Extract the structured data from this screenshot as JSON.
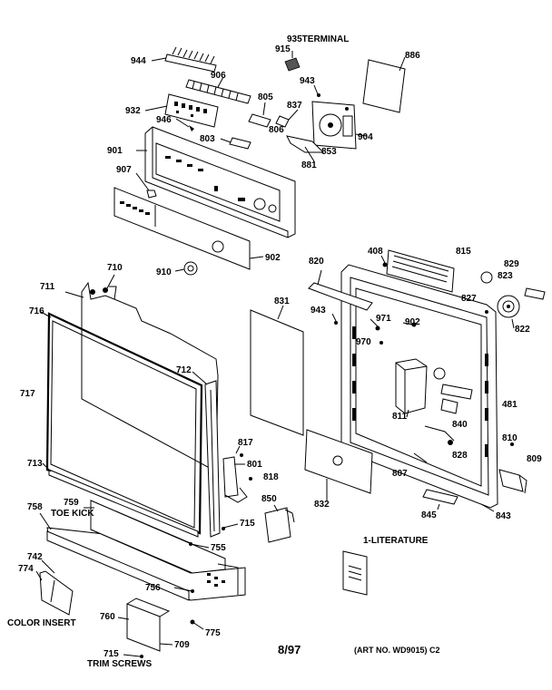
{
  "diagram": {
    "labels": [
      {
        "id": "l935",
        "text": "935TERMINAL"
      },
      {
        "id": "l915",
        "text": "915"
      },
      {
        "id": "l944",
        "text": "944"
      },
      {
        "id": "l886",
        "text": "886"
      },
      {
        "id": "l906",
        "text": "906"
      },
      {
        "id": "l943a",
        "text": "943"
      },
      {
        "id": "l932",
        "text": "932"
      },
      {
        "id": "l805",
        "text": "805"
      },
      {
        "id": "l837",
        "text": "837"
      },
      {
        "id": "l946",
        "text": "946"
      },
      {
        "id": "l806",
        "text": "806"
      },
      {
        "id": "l803",
        "text": "803"
      },
      {
        "id": "l904",
        "text": "904"
      },
      {
        "id": "l901",
        "text": "901"
      },
      {
        "id": "l853",
        "text": "853"
      },
      {
        "id": "l881",
        "text": "881"
      },
      {
        "id": "l907",
        "text": "907"
      },
      {
        "id": "l408",
        "text": "408"
      },
      {
        "id": "l815",
        "text": "815"
      },
      {
        "id": "l820",
        "text": "820"
      },
      {
        "id": "l829",
        "text": "829"
      },
      {
        "id": "l902a",
        "text": "902"
      },
      {
        "id": "l823",
        "text": "823"
      },
      {
        "id": "l710",
        "text": "710"
      },
      {
        "id": "l910",
        "text": "910"
      },
      {
        "id": "l711",
        "text": "711"
      },
      {
        "id": "l827",
        "text": "827"
      },
      {
        "id": "l831",
        "text": "831"
      },
      {
        "id": "l943b",
        "text": "943"
      },
      {
        "id": "l971",
        "text": "971"
      },
      {
        "id": "l902b",
        "text": "902"
      },
      {
        "id": "l822",
        "text": "822"
      },
      {
        "id": "l716",
        "text": "716"
      },
      {
        "id": "l970",
        "text": "970"
      },
      {
        "id": "l712",
        "text": "712"
      },
      {
        "id": "l717",
        "text": "717"
      },
      {
        "id": "l481",
        "text": "481"
      },
      {
        "id": "l811",
        "text": "811"
      },
      {
        "id": "l840",
        "text": "840"
      },
      {
        "id": "l810",
        "text": "810"
      },
      {
        "id": "l817",
        "text": "817"
      },
      {
        "id": "l828",
        "text": "828"
      },
      {
        "id": "l809",
        "text": "809"
      },
      {
        "id": "l801",
        "text": "801"
      },
      {
        "id": "l713",
        "text": "713"
      },
      {
        "id": "l807",
        "text": "807"
      },
      {
        "id": "l818",
        "text": "818"
      },
      {
        "id": "l850",
        "text": "850"
      },
      {
        "id": "l832",
        "text": "832"
      },
      {
        "id": "l759",
        "text": "759"
      },
      {
        "id": "l758",
        "text": "758"
      },
      {
        "id": "ltoe",
        "text": "TOE KICK"
      },
      {
        "id": "l845",
        "text": "845"
      },
      {
        "id": "l843",
        "text": "843"
      },
      {
        "id": "l715a",
        "text": "715"
      },
      {
        "id": "llit",
        "text": "1-LITERATURE"
      },
      {
        "id": "l742",
        "text": "742"
      },
      {
        "id": "l755",
        "text": "755"
      },
      {
        "id": "l774",
        "text": "774"
      },
      {
        "id": "l756",
        "text": "756"
      },
      {
        "id": "l760",
        "text": "760"
      },
      {
        "id": "l775",
        "text": "775"
      },
      {
        "id": "lcolor",
        "text": "COLOR INSERT"
      },
      {
        "id": "l709",
        "text": "709"
      },
      {
        "id": "l715b",
        "text": "715"
      },
      {
        "id": "ltrim",
        "text": "TRIM SCREWS"
      }
    ],
    "date_code": "8/97",
    "art_no": "(ART NO. WD9015) C2"
  }
}
